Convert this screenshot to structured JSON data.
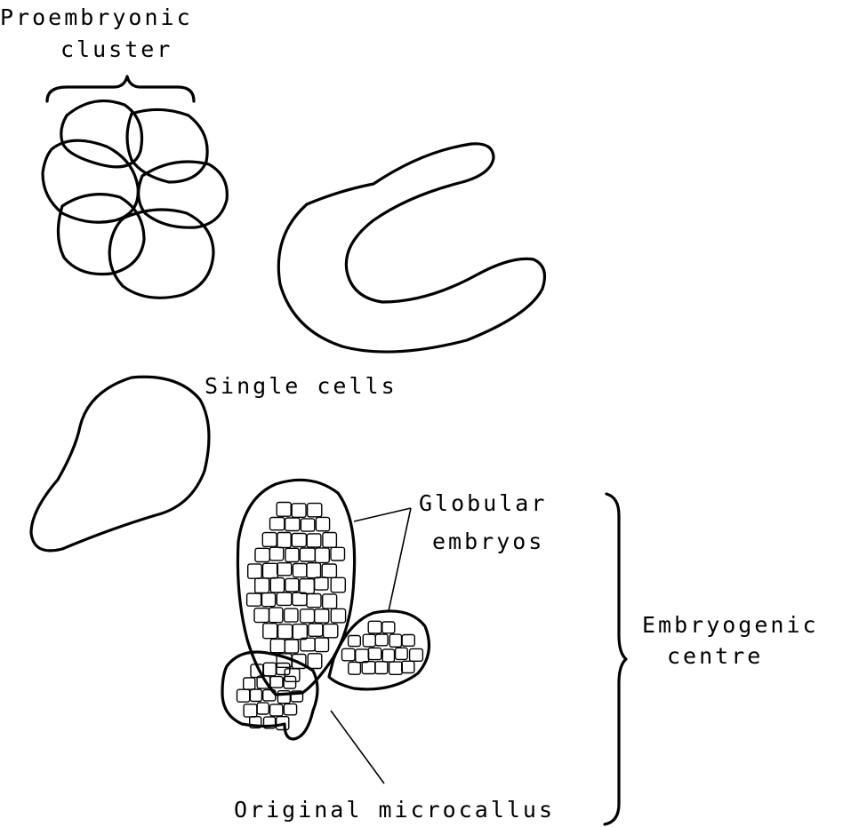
{
  "labels": {
    "proembryonic_line1": "Proembryonic",
    "proembryonic_line2": "cluster",
    "single_cells": "Single cells",
    "globular_line1": "Globular",
    "globular_line2": "embryos",
    "embryogenic_line1": "Embryogenic",
    "embryogenic_line2": "centre",
    "original_microcallus": "Original microcallus"
  },
  "colors": {
    "stroke": "#000000",
    "background": "#ffffff"
  }
}
